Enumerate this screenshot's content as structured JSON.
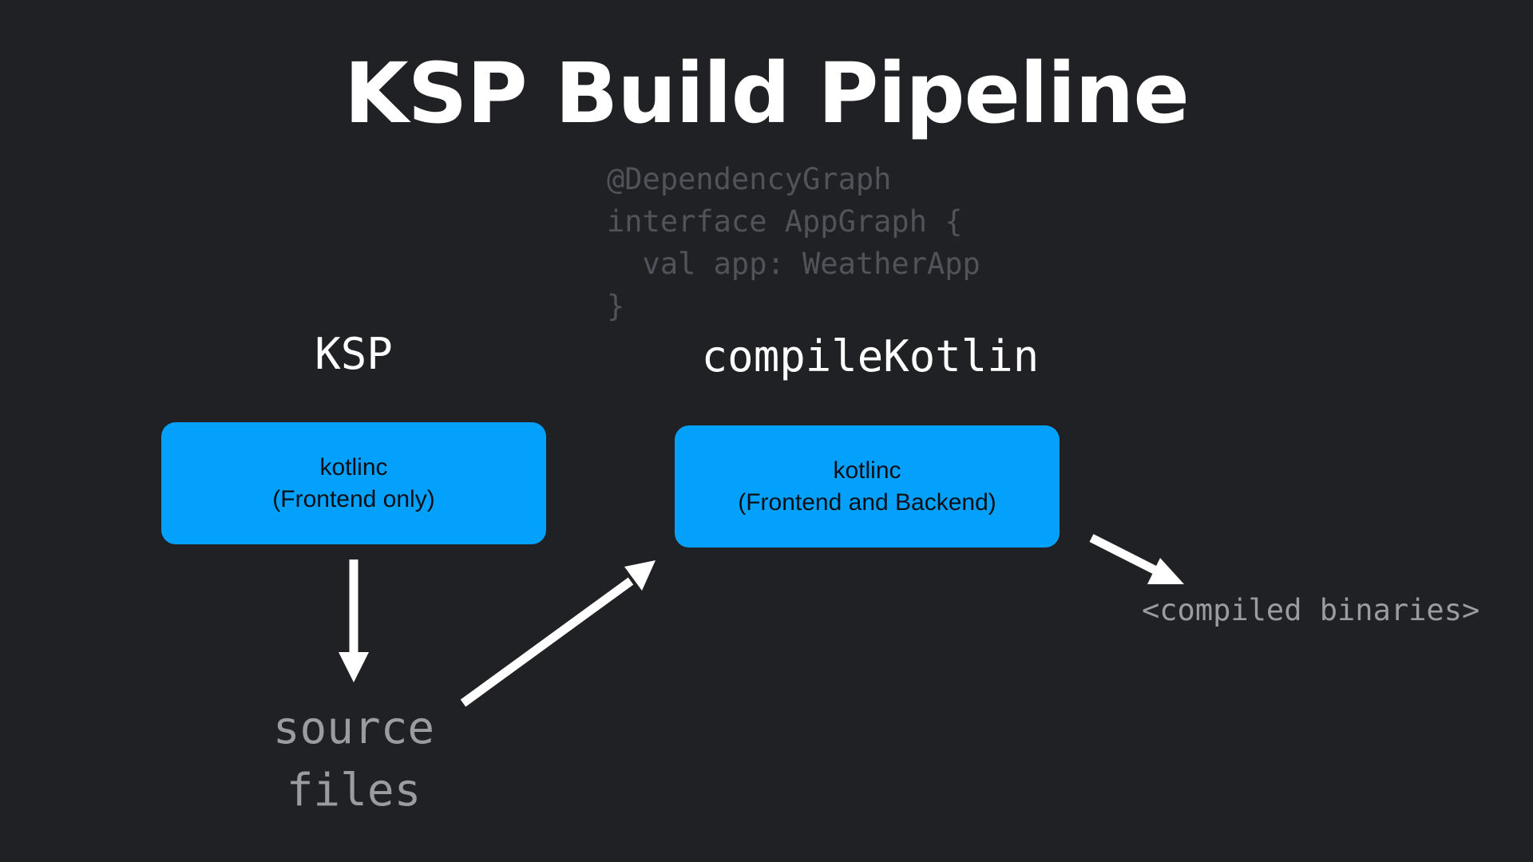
{
  "title": "KSP Build Pipeline",
  "code_snippet": {
    "lines": [
      "@DependencyGraph",
      "interface AppGraph {",
      "  val app: WeatherApp",
      "}"
    ]
  },
  "stages": {
    "ksp": {
      "label": "KSP",
      "box_line1": "kotlinc",
      "box_line2": "(Frontend only)"
    },
    "compile": {
      "label": "compileKotlin",
      "box_line1": "kotlinc",
      "box_line2": "(Frontend and Backend)"
    }
  },
  "artifacts": {
    "source_line1": "source",
    "source_line2": "files",
    "binaries": "<compiled binaries>"
  },
  "colors": {
    "background": "#202124",
    "box": "#03a1fc",
    "title": "#ffffff",
    "code": "#50535a",
    "artifact": "#9a9ca0",
    "arrow": "#ffffff"
  }
}
